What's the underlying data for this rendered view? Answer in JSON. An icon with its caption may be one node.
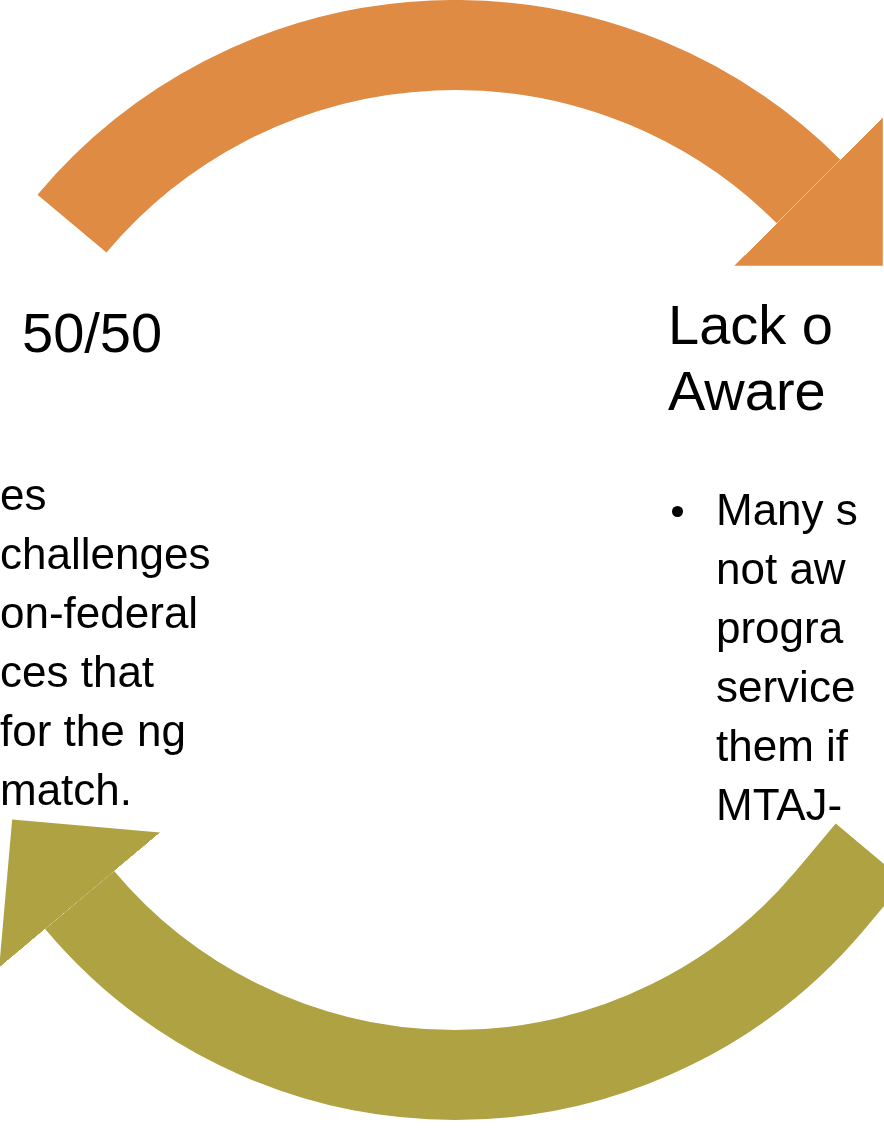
{
  "diagram": {
    "nodes": [
      {
        "text": [
          "50/50",
          "es challenges on-federal ces that for the ng match."
        ]
      },
      {
        "text": [
          "Lack o Aware",
          "Many s not aw progra service them if MTAJ-"
        ]
      }
    ],
    "edges": [
      {
        "from": 0,
        "to": 1,
        "arrow": "to",
        "color": "#e08b43"
      },
      {
        "from": 1,
        "to": 0,
        "arrow": "to",
        "color": "#aea243"
      }
    ]
  }
}
